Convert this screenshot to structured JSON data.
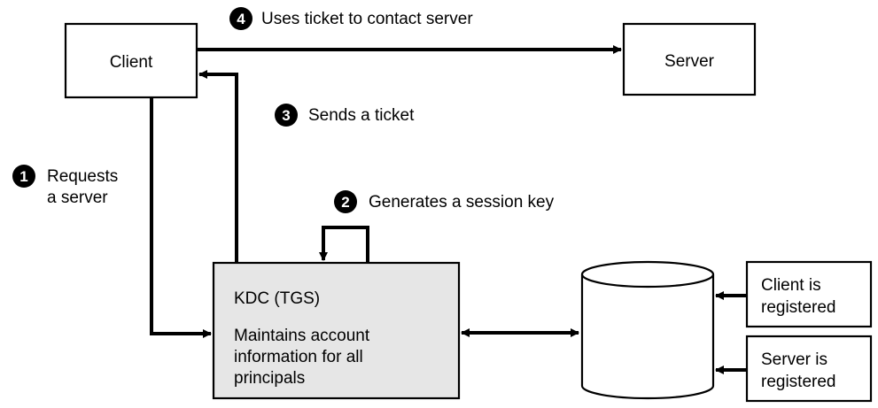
{
  "colors": {
    "stroke": "#000000",
    "box_fill": "#ffffff",
    "kdc_fill": "#e6e6e6",
    "badge_fill": "#000000",
    "badge_text": "#ffffff"
  },
  "nodes": {
    "client": "Client",
    "server": "Server",
    "kdc_title": "KDC (TGS)",
    "kdc_desc": [
      "Maintains account",
      "information for all",
      "principals"
    ],
    "client_registered": [
      "Client is",
      "registered"
    ],
    "server_registered": [
      "Server is",
      "registered"
    ]
  },
  "steps": [
    {
      "num": "1",
      "lines": [
        "Requests",
        "a server"
      ]
    },
    {
      "num": "2",
      "lines": [
        "Generates a session key"
      ]
    },
    {
      "num": "3",
      "lines": [
        "Sends a ticket"
      ]
    },
    {
      "num": "4",
      "lines": [
        "Uses ticket to contact server"
      ]
    }
  ]
}
